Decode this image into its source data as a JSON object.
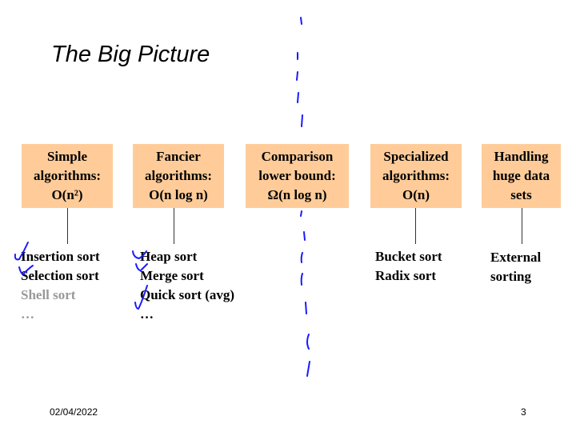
{
  "title": "The Big Picture",
  "boxes": [
    {
      "l1": "Simple",
      "l2": "algorithms:",
      "l3": "O(n²)"
    },
    {
      "l1": "Fancier",
      "l2": "algorithms:",
      "l3": "O(n log n)"
    },
    {
      "l1": "Comparison",
      "l2": "lower bound:",
      "l3": "Ω(n log n)"
    },
    {
      "l1": "Specialized",
      "l2": "algorithms:",
      "l3": "O(n)"
    },
    {
      "l1": "Handling",
      "l2": "huge data",
      "l3": "sets"
    }
  ],
  "lists": {
    "simple": [
      "Insertion sort",
      "Selection sort",
      "Shell sort",
      "…"
    ],
    "fancier": [
      "Heap sort",
      "Merge sort",
      "Quick sort (avg)",
      "…"
    ],
    "specialized": [
      "Bucket sort",
      "Radix sort"
    ],
    "huge": [
      "External",
      "sorting"
    ]
  },
  "footer": {
    "date": "02/04/2022",
    "page": "3"
  },
  "colors": {
    "box": "#ffcc99",
    "ink": "#1a1aff"
  }
}
